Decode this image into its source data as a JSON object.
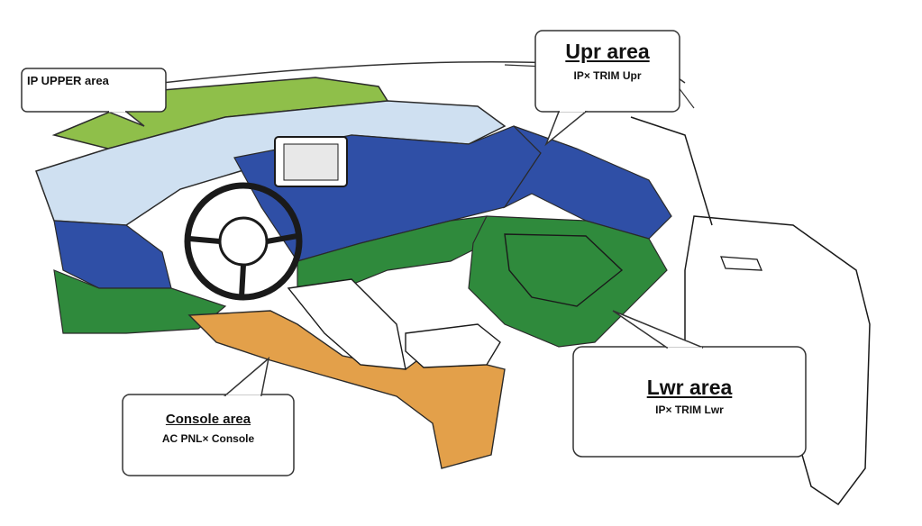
{
  "callouts": {
    "ip_upper": {
      "label": "IP UPPER area"
    },
    "upr": {
      "title": "Upr area",
      "subtitle": "IP× TRIM Upr"
    },
    "lwr": {
      "title": "Lwr area",
      "subtitle": "IP× TRIM Lwr"
    },
    "console": {
      "title": "Console area",
      "subtitle": "AC PNL× Console"
    }
  },
  "colors": {
    "ip_upper": "#8fbf4a",
    "upr": "#2f4fa6",
    "lwr": "#2f8a3c",
    "console": "#e3a04a",
    "light_blue": "#cfe0f1",
    "outline": "#2a2a2a"
  }
}
